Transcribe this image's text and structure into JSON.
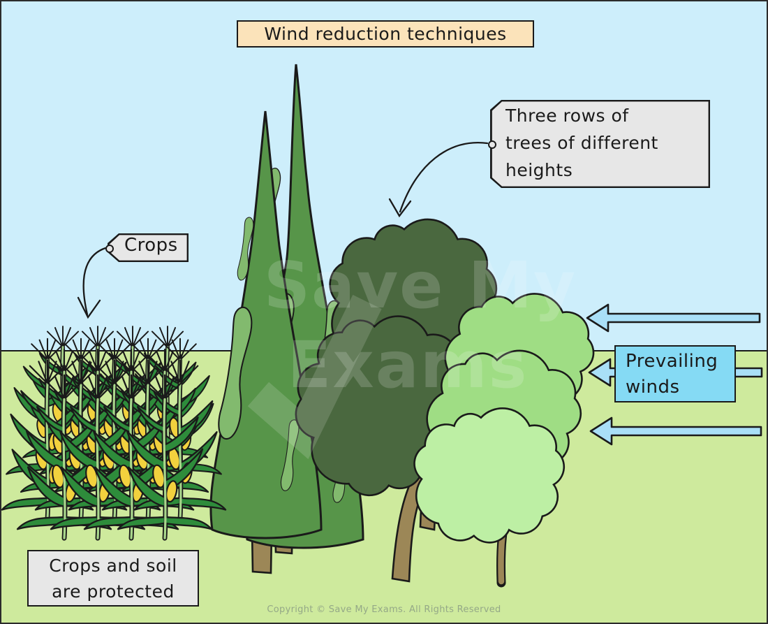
{
  "diagram": {
    "title": "Wind reduction techniques",
    "labels": {
      "trees_tag_lines": [
        "Three rows of",
        "trees of different",
        "heights"
      ],
      "crops_tag": "Crops",
      "wind_box_lines": [
        "Prevailing",
        "winds"
      ],
      "protected_box_lines": [
        "Crops and soil",
        "are protected"
      ]
    },
    "watermark": {
      "line1": "Save My",
      "line2": "Exams"
    },
    "footer": "Copyright © Save My Exams. All Rights Reserved"
  },
  "colors": {
    "sky": "#CDEEFB",
    "ground": "#CEEA9D",
    "title_fill": "#FBE3BA",
    "tag_fill": "#E7E7E7",
    "wind_fill": "#85DAF4",
    "arrow_fill": "#A9DFF7",
    "poplar": "#579549",
    "poplar_light": "#82BA6E",
    "tree_dark": "#4A683F",
    "tree_light": "#9FDD84",
    "tree_light_front": "#BDEFA4",
    "trunk": "#9C8757",
    "corn_leaf": "#2E8C3B",
    "corn_cob": "#F2D13E",
    "corn_stalk": "#A9D78C",
    "footer_text": "#94A887"
  }
}
